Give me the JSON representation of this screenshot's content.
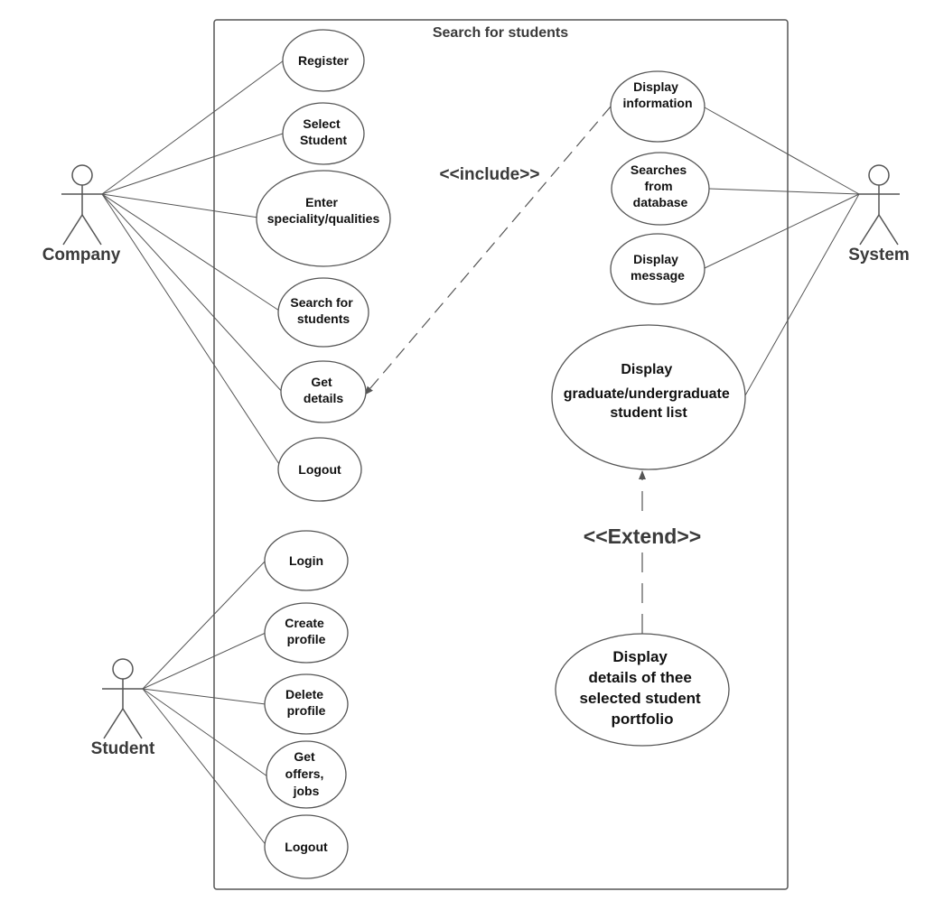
{
  "system": {
    "title": "Search for students"
  },
  "actors": {
    "company": "Company",
    "student": "Student",
    "system": "System"
  },
  "use_cases": {
    "register": [
      "Register"
    ],
    "select_student": [
      "Select",
      "Student"
    ],
    "enter_speciality": [
      "Enter",
      "speciality/qualities"
    ],
    "search_students": [
      "Search for",
      "students"
    ],
    "get_details": [
      "Get",
      "details"
    ],
    "logout_company": [
      "Logout"
    ],
    "login": [
      "Login"
    ],
    "create_profile": [
      "Create",
      "profile"
    ],
    "delete_profile": [
      "Delete",
      "profile"
    ],
    "get_offers": [
      "Get",
      "offers,",
      "jobs"
    ],
    "logout_student": [
      "Logout"
    ],
    "display_information": [
      "Display",
      "information"
    ],
    "searches_database": [
      "Searches",
      "from",
      "database"
    ],
    "display_message": [
      "Display",
      "message"
    ],
    "display_student_list": [
      "Display",
      "graduate/undergraduate",
      "student list"
    ],
    "display_portfolio": [
      "Display",
      "details of thee",
      "selected student",
      "portfolio"
    ]
  },
  "relationships": {
    "include": "<<include>>",
    "extend": "<<Extend>>"
  },
  "colors": {
    "line": "#555555",
    "text": "#111111",
    "label": "#3a3a3a"
  }
}
